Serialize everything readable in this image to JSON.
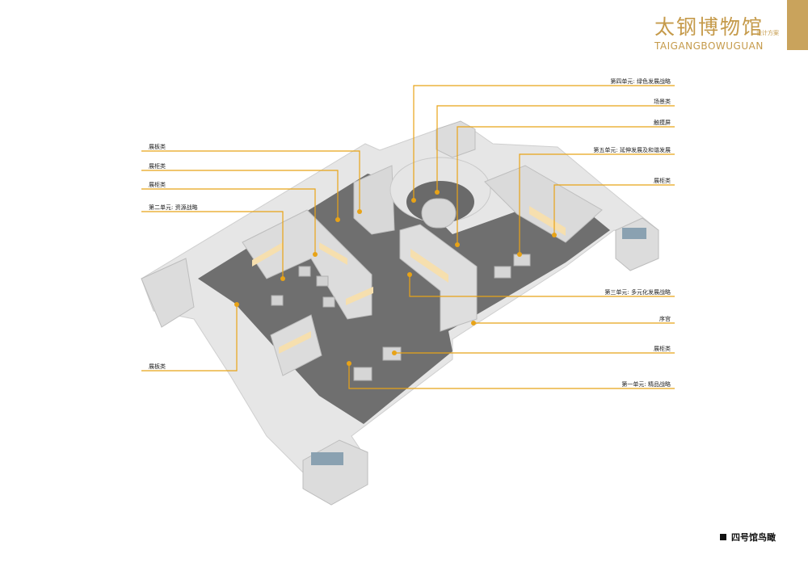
{
  "header": {
    "title_cn": "太钢博物馆",
    "subtitle": "设计方案",
    "title_en": "TAIGANGBOWUGUAN",
    "accent_color": "#c9a35c"
  },
  "labels": {
    "left": [
      "展板类",
      "展柜类",
      "展柜类",
      "第二单元: 资源战略",
      "展板类"
    ],
    "right": [
      "第四单元: 绿色发展战略",
      "场景类",
      "触摸屏",
      "第五单元: 延伸发展及和谐发展",
      "展柜类",
      "第三单元: 多元化发展战略",
      "序宫",
      "展柜类",
      "第一单元: 精品战略"
    ]
  },
  "caption": "四号馆鸟瞰",
  "colors": {
    "leader": "#e8a317",
    "floor": "#6f6f6f",
    "wall": "#e3e3e3",
    "wall_shade": "#c7c7c7"
  }
}
